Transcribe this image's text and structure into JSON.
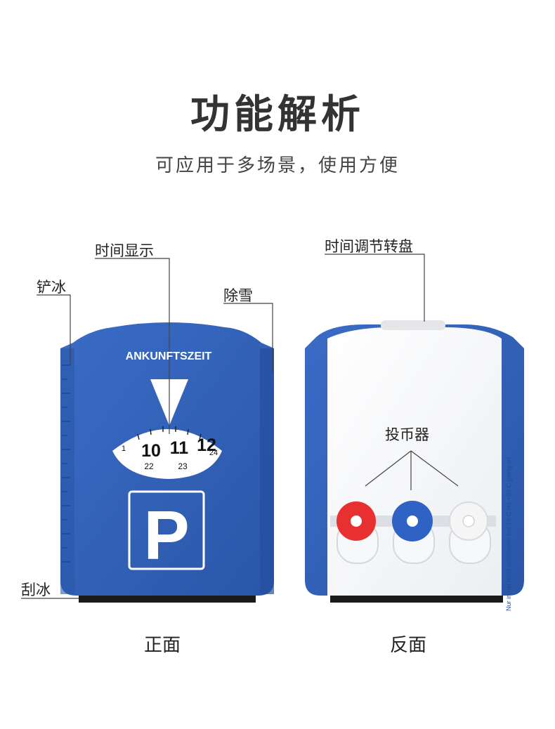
{
  "header": {
    "title": "功能解析",
    "subtitle": "可应用于多场景，使用方便"
  },
  "front": {
    "caption": "正面",
    "card_text": "ANKUNFTSZEIT",
    "dial_hours": [
      "10",
      "11",
      "12"
    ],
    "dial_sub": [
      "22",
      "23",
      "24"
    ],
    "dial_partial_left": "1",
    "parking_letter": "P",
    "callouts": {
      "time_display": "时间显示",
      "ice_shovel": "铲冰",
      "snow_removal": "除雪",
      "ice_scrape": "刮冰"
    }
  },
  "back": {
    "caption": "反面",
    "side_text": "Nur in hat nicht schlüsseln bei 10 C bis +60 C geeignet",
    "callouts": {
      "time_dial": "时间调节转盘",
      "coin_holder": "投币器"
    }
  },
  "colors": {
    "card_blue": "#2f5fb8",
    "card_blue_dark": "#234d9c",
    "coin_red": "#e83030",
    "coin_blue": "#2e62c4",
    "coin_white": "#f5f5f5"
  }
}
